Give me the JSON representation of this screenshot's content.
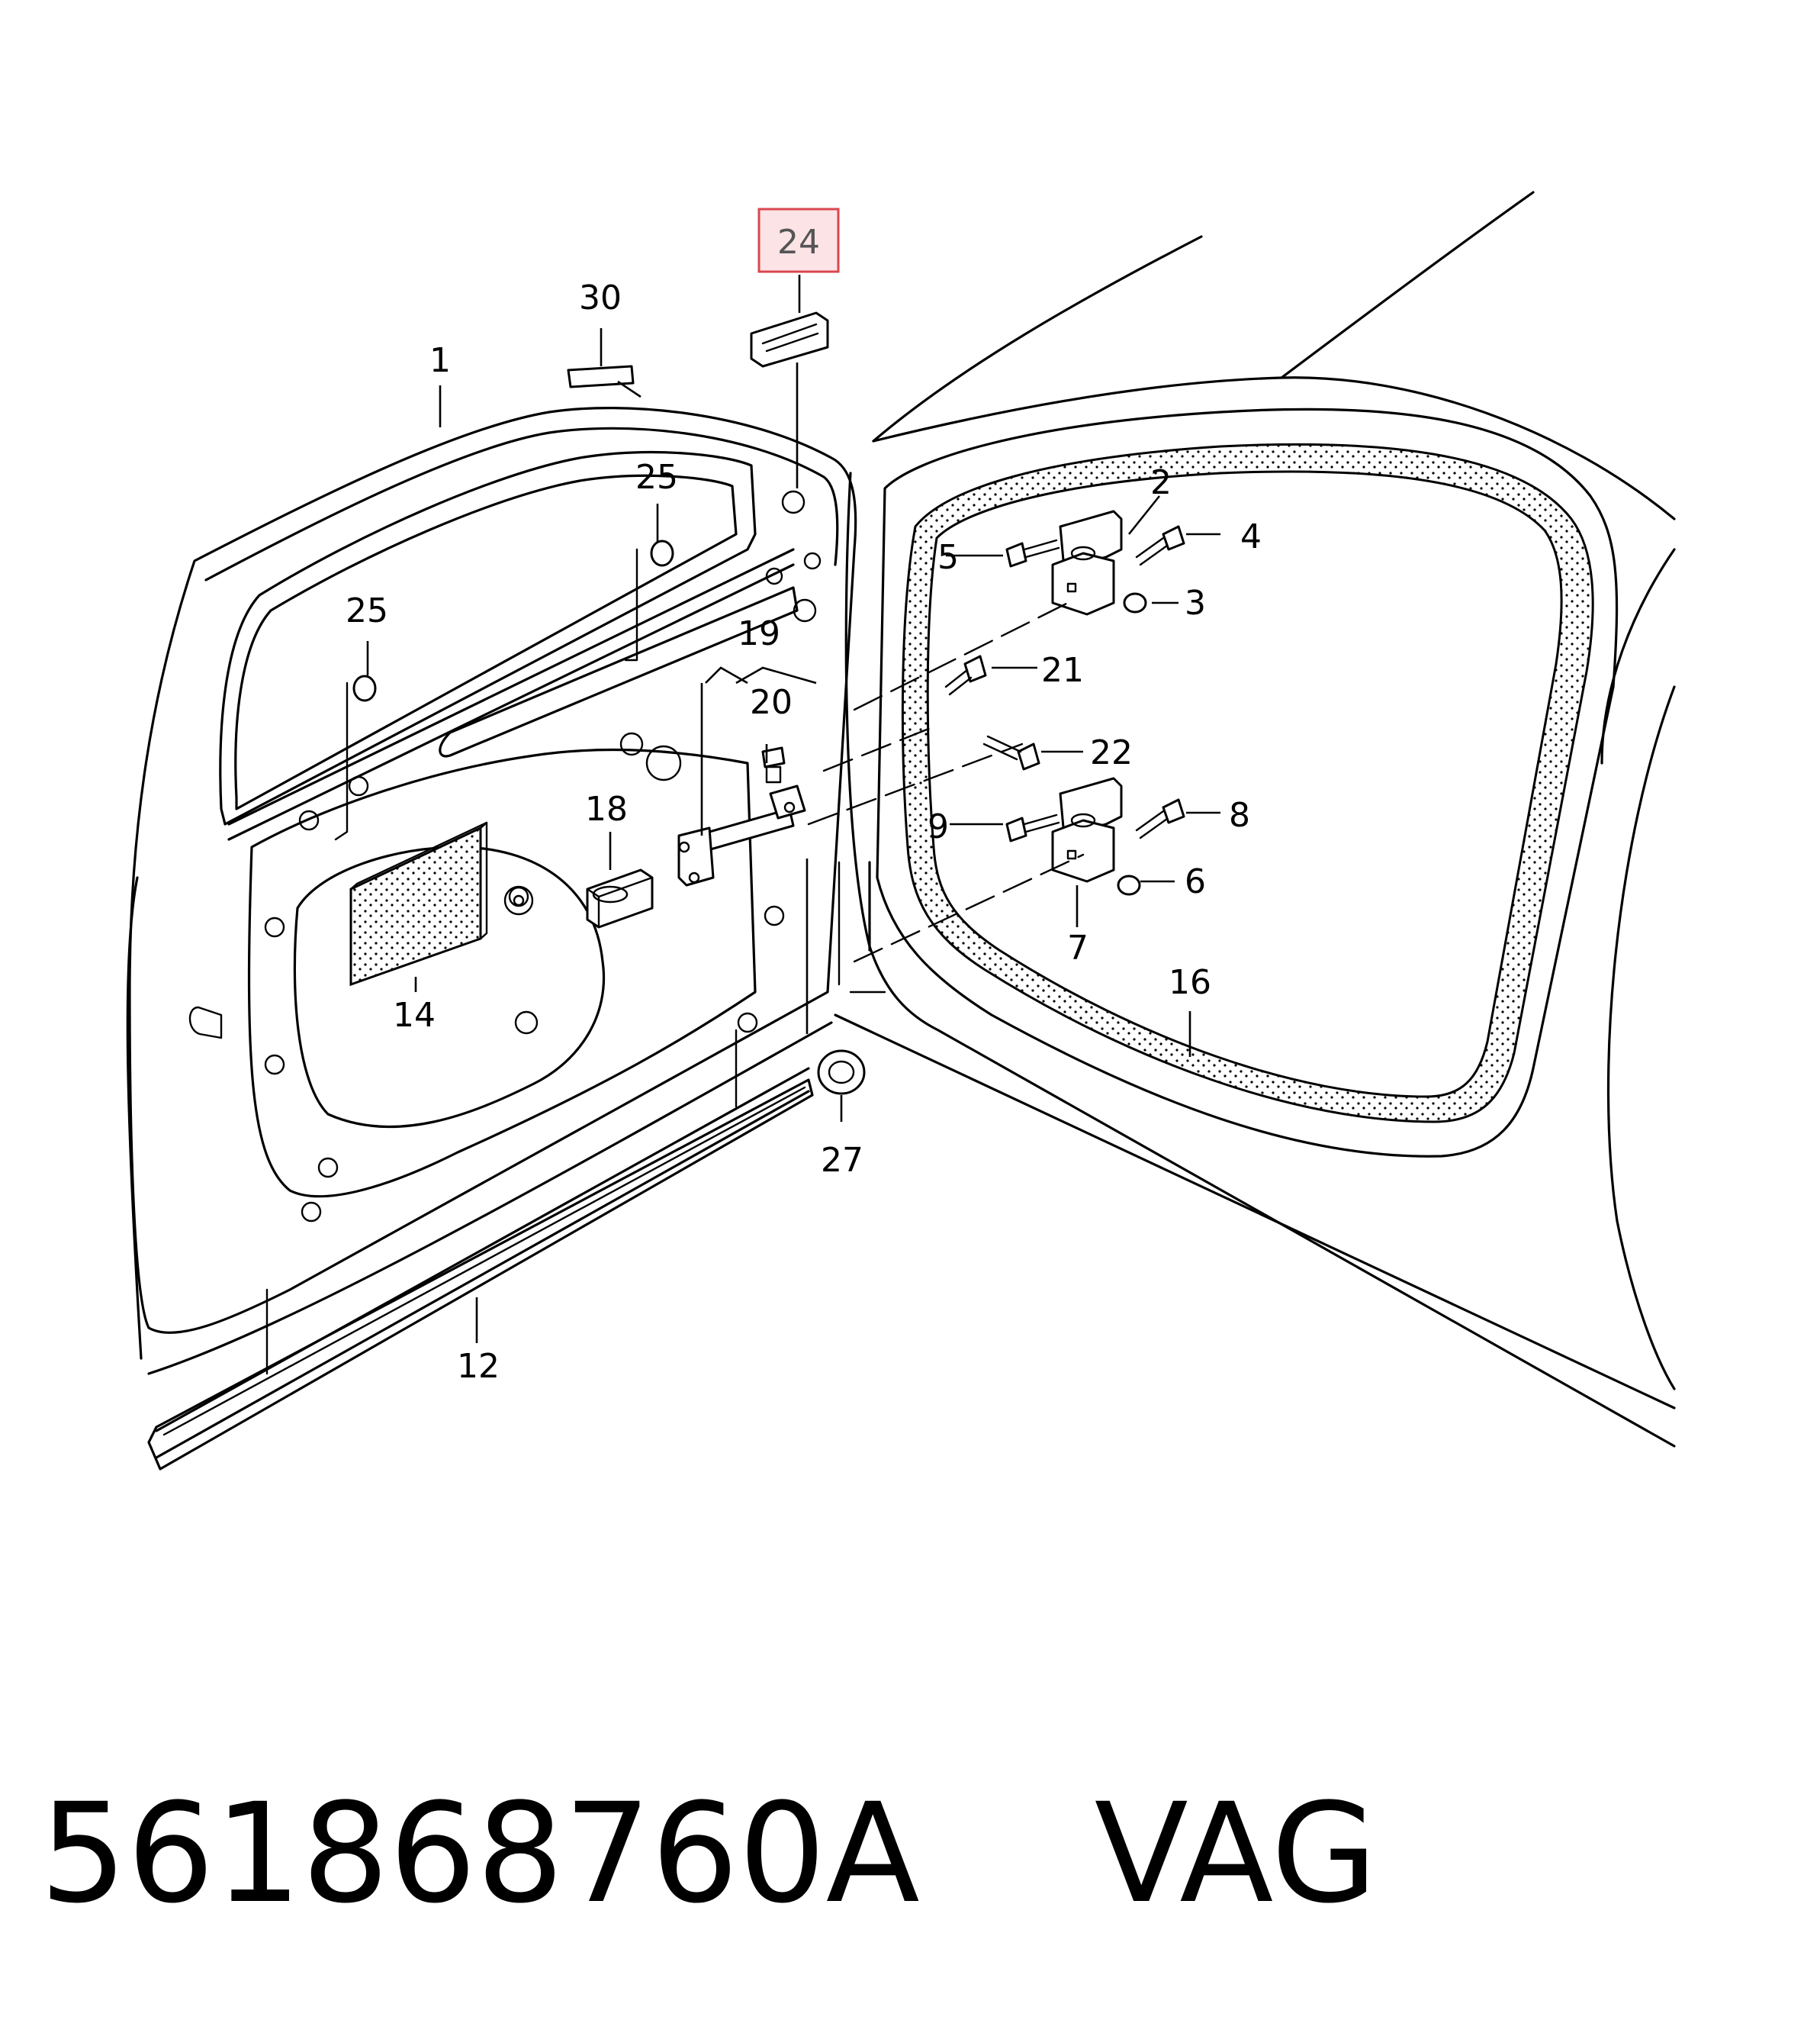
{
  "callouts": {
    "c1": "1",
    "c2": "2",
    "c3": "3",
    "c4": "4",
    "c5": "5",
    "c6": "6",
    "c7": "7",
    "c8": "8",
    "c9": "9",
    "c12": "12",
    "c14": "14",
    "c16": "16",
    "c18": "18",
    "c19": "19",
    "c20": "20",
    "c21": "21",
    "c22": "22",
    "c24": "24",
    "c25a": "25",
    "c25b": "25",
    "c27": "27",
    "c30": "30"
  },
  "highlighted_callout": "24",
  "highlight_colors": {
    "fill": "#fbe3e6",
    "stroke": "#d9474f"
  },
  "footer": {
    "part_number": "561868760A",
    "brand": "VAG"
  }
}
